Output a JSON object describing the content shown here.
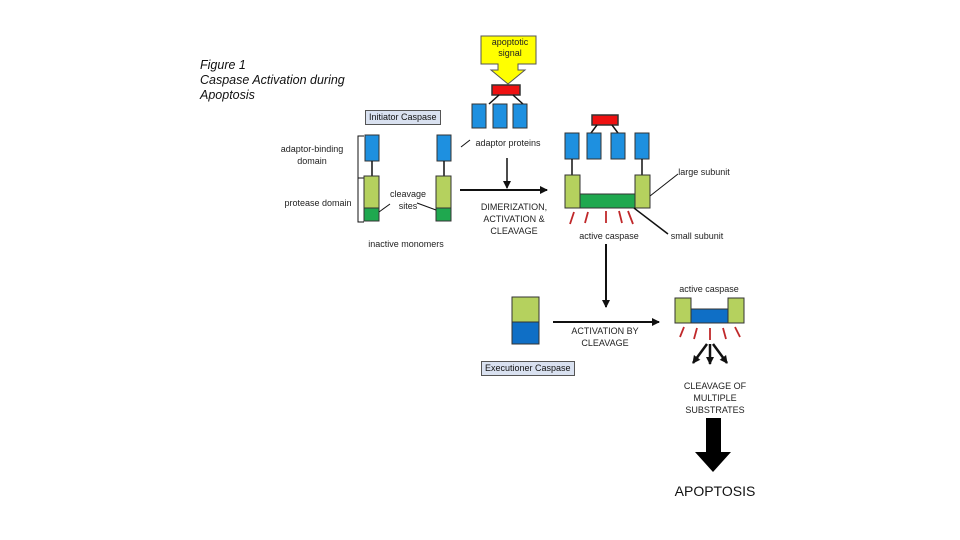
{
  "figure": {
    "title_line1": "Figure 1",
    "title_line2": "Caspase Activation during",
    "title_line3": "Apoptosis"
  },
  "labels": {
    "apoptotic_signal_line1": "apoptotic",
    "apoptotic_signal_line2": "signal",
    "initiator_caspase": "Initiator Caspase",
    "adaptor_binding_domain_line1": "adaptor-binding",
    "adaptor_binding_domain_line2": "domain",
    "adaptor_proteins": "adaptor proteins",
    "protease_domain": "protease domain",
    "cleavage_sites_line1": "cleavage",
    "cleavage_sites_line2": "sites",
    "inactive_monomers": "inactive monomers",
    "dimerization_line1": "DIMERIZATION,",
    "dimerization_line2": "ACTIVATION &",
    "dimerization_line3": "CLEAVAGE",
    "large_subunit": "large subunit",
    "small_subunit": "small subunit",
    "active_caspase_1": "active caspase",
    "active_caspase_2": "active caspase",
    "activation_by_cleavage_line1": "ACTIVATION BY",
    "activation_by_cleavage_line2": "CLEAVAGE",
    "executioner_caspase": "Executioner Caspase",
    "cleavage_multiple_line1": "CLEAVAGE OF",
    "cleavage_multiple_line2": "MULTIPLE",
    "cleavage_multiple_line3": "SUBSTRATES",
    "apoptosis": "APOPTOSIS"
  },
  "colors": {
    "adaptor_blue": "#1e90e0",
    "large_subunit_green": "#b5d15e",
    "small_subunit_green": "#1fa84f",
    "executioner_blue": "#0f6fc6",
    "signal_yellow": "#ffff00",
    "signal_red": "#ee1111",
    "cleavage_red": "#c0282a",
    "box_label_fill": "#d9e1f0"
  }
}
